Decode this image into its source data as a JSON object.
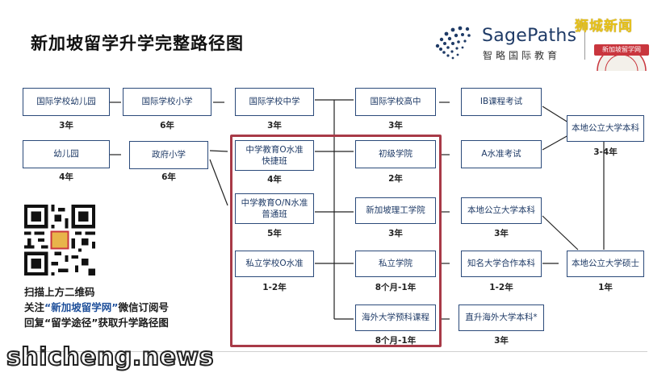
{
  "title": "新加坡留学升学完整路径图",
  "logo": {
    "en": "SagePaths",
    "cn": "智略国际教育",
    "badge": "狮城新闻",
    "seal": "新加坡留学网"
  },
  "nodes": {
    "intl_kg": "国际学校幼儿园",
    "intl_primary": "国际学校小学",
    "intl_middle": "国际学校中学",
    "intl_high": "国际学校高中",
    "ib_exam": "IB课程考试",
    "kg": "幼儿园",
    "gov_primary": "政府小学",
    "o_fast": "中学教育O水准快捷班",
    "on_normal": "中学教育O/N水准普通班",
    "private_o": "私立学校O水准",
    "junior_college": "初级学院",
    "a_exam": "A水准考试",
    "poly": "新加坡理工学院",
    "local_uni_bach2": "本地公立大学本科",
    "private_school": "私立学院",
    "famous_joint": "知名大学合作本科",
    "overseas_prep": "海外大学预科课程",
    "direct_overseas": "直升海外大学本科*",
    "local_uni_bach1": "本地公立大学本科",
    "local_uni_master": "本地公立大学硕士"
  },
  "durations": {
    "intl_kg": "3年",
    "intl_primary": "6年",
    "intl_middle": "3年",
    "intl_high": "3年",
    "kg": "4年",
    "gov_primary": "6年",
    "o_fast": "4年",
    "on_normal": "5年",
    "private_o": "1-2年",
    "junior_college": "2年",
    "poly": "3年",
    "local_uni_bach2": "3年",
    "private_school": "8个月-1年",
    "famous_joint": "1-2年",
    "overseas_prep": "8个月-1年",
    "direct_overseas": "3年",
    "local_uni_bach1": "3-4年",
    "local_uni_master": "1年"
  },
  "qr_caption": {
    "line1": "扫描上方二维码",
    "line2_pre": "关注",
    "line2_hl": "“新加坡留学网”",
    "line2_post": "微信订阅号",
    "line3": "回复“留学途径”获取升学路径图"
  },
  "watermark": "shicheng.news"
}
